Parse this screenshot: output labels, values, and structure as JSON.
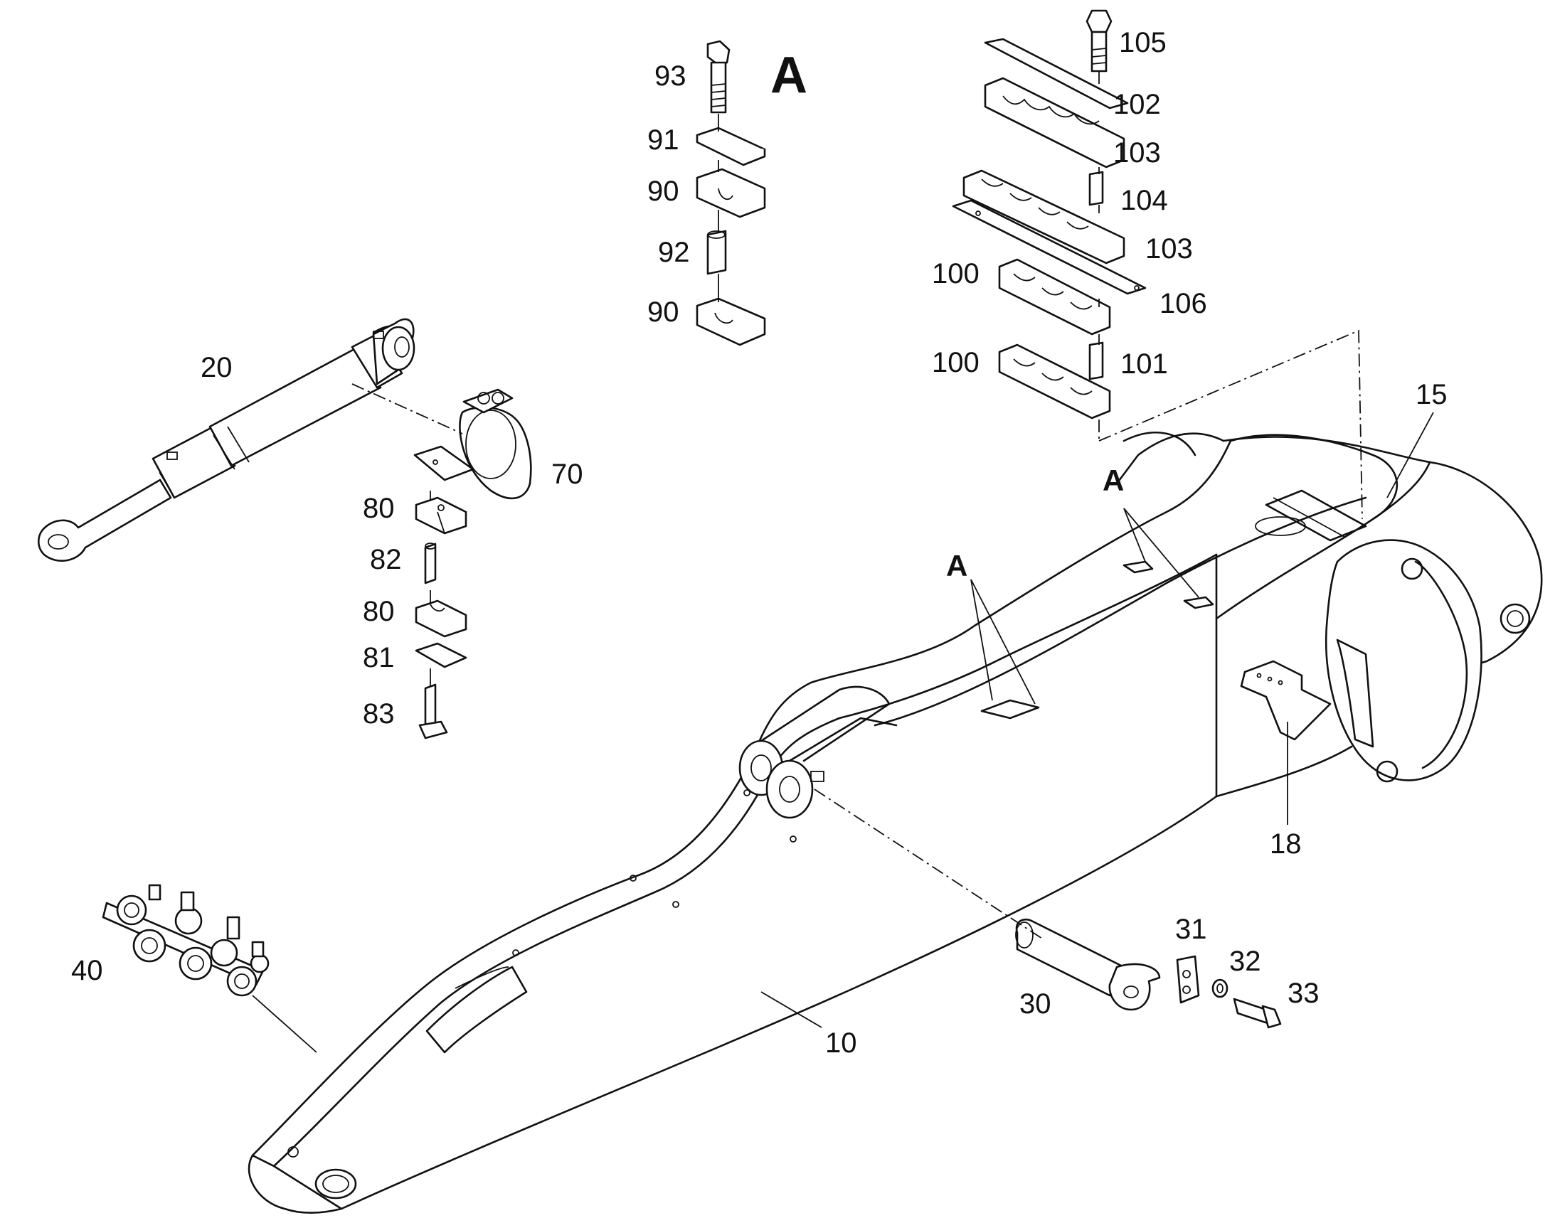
{
  "view_label": "A",
  "callouts": {
    "c10": "10",
    "c15": "15",
    "c18": "18",
    "c20": "20",
    "c30": "30",
    "c31": "31",
    "c32": "32",
    "c33": "33",
    "c40": "40",
    "c70": "70",
    "c80a": "80",
    "c80b": "80",
    "c81": "81",
    "c82": "82",
    "c83": "83",
    "c90a": "90",
    "c90b": "90",
    "c91": "91",
    "c92": "92",
    "c93": "93",
    "c100a": "100",
    "c100b": "100",
    "c101": "101",
    "c102": "102",
    "c103a": "103",
    "c103b": "103",
    "c104": "104",
    "c105": "105",
    "c106": "106"
  },
  "mount_refs": {
    "a1": "A",
    "a2": "A"
  }
}
